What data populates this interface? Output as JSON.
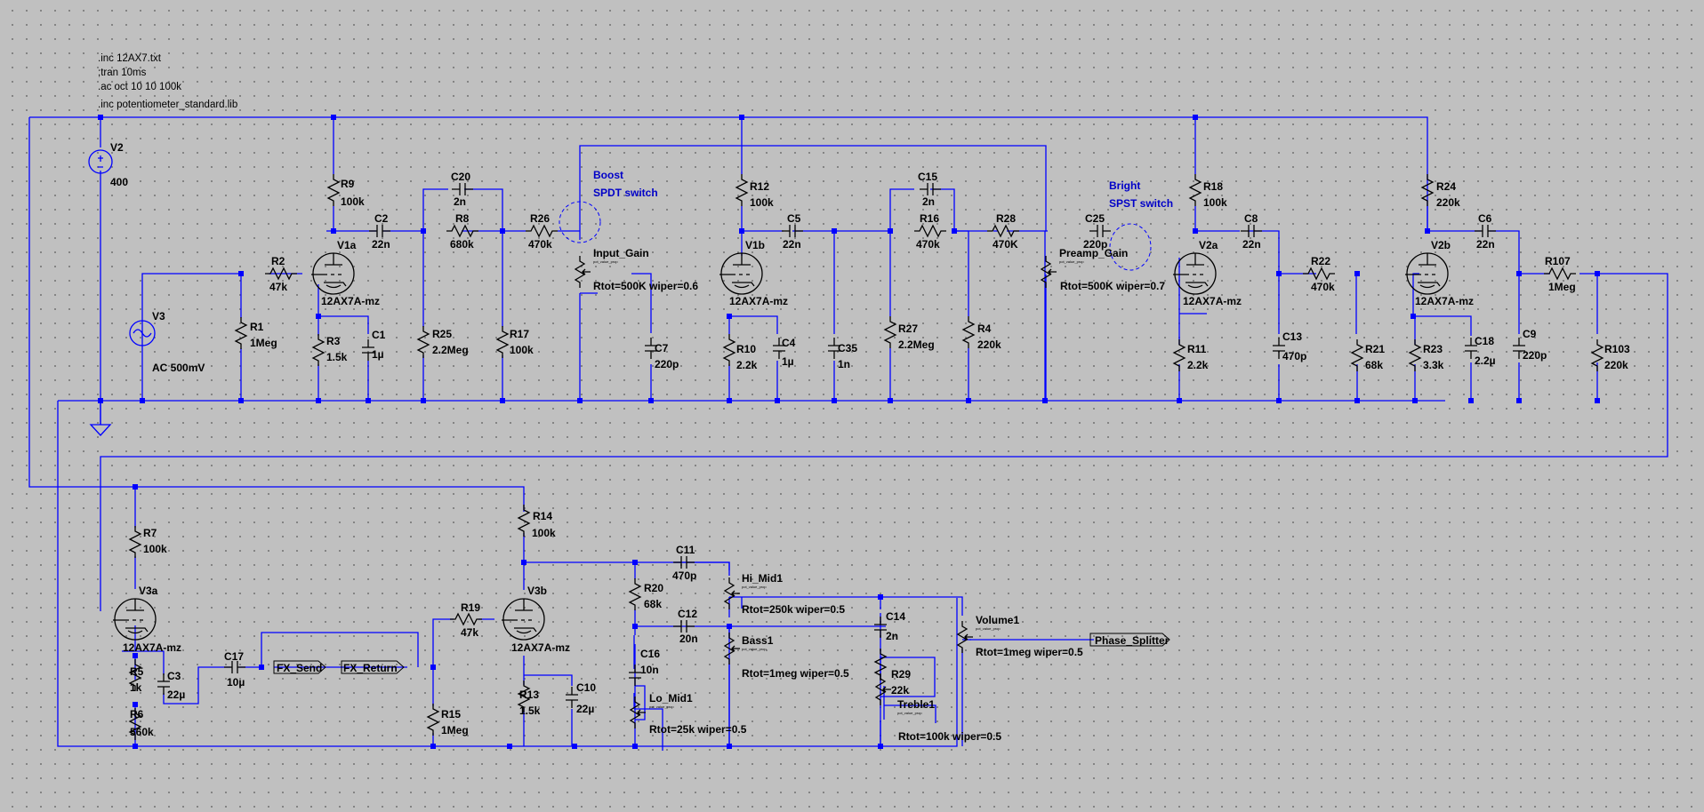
{
  "directives": [
    ".inc 12AX7.txt",
    ";tran 10ms",
    ".ac oct 10 10 100k",
    ".inc potentiometer_standard.lib"
  ],
  "notes": {
    "boost": "Boost",
    "spdt": "SPDT switch",
    "bright": "Bright",
    "spst": "SPST switch"
  },
  "colors": {
    "wire": "#0000ff",
    "background": "#c0c0c0",
    "component": "#000000",
    "note": "#0000c8"
  },
  "components": {
    "V2": {
      "name": "V2",
      "value": "400"
    },
    "V3": {
      "name": "V3",
      "value": "AC 500mV"
    },
    "R1": {
      "name": "R1",
      "value": "1Meg"
    },
    "R2": {
      "name": "R2",
      "value": "47k"
    },
    "R3": {
      "name": "R3",
      "value": "1.5k"
    },
    "R9": {
      "name": "R9",
      "value": "100k"
    },
    "C1": {
      "name": "C1",
      "value": "1µ"
    },
    "V1a": {
      "name": "V1a",
      "value": "12AX7A-mz"
    },
    "C2": {
      "name": "C2",
      "value": "22n"
    },
    "C20": {
      "name": "C20",
      "value": "2n"
    },
    "R8": {
      "name": "R8",
      "value": "680k"
    },
    "R25": {
      "name": "R25",
      "value": "2.2Meg"
    },
    "R17": {
      "name": "R17",
      "value": "100k"
    },
    "R26": {
      "name": "R26",
      "value": "470k"
    },
    "Input_Gain": {
      "name": "Input_Gain",
      "value": "Rtot=500K wiper=0.6"
    },
    "C7": {
      "name": "C7",
      "value": "220p"
    },
    "R12": {
      "name": "R12",
      "value": "100k"
    },
    "V1b": {
      "name": "V1b",
      "value": "12AX7A-mz"
    },
    "R10": {
      "name": "R10",
      "value": "2.2k"
    },
    "C4": {
      "name": "C4",
      "value": "1µ"
    },
    "C5": {
      "name": "C5",
      "value": "22n"
    },
    "C35": {
      "name": "C35",
      "value": "1n"
    },
    "C15": {
      "name": "C15",
      "value": "2n"
    },
    "R16": {
      "name": "R16",
      "value": "470k"
    },
    "R27": {
      "name": "R27",
      "value": "2.2Meg"
    },
    "R28": {
      "name": "R28",
      "value": "470K"
    },
    "R4": {
      "name": "R4",
      "value": "220k"
    },
    "C25": {
      "name": "C25",
      "value": "220p"
    },
    "Preamp_Gain": {
      "name": "Preamp_Gain",
      "value": "Rtot=500K wiper=0.7"
    },
    "R18": {
      "name": "R18",
      "value": "100k"
    },
    "V2a": {
      "name": "V2a",
      "value": "12AX7A-mz"
    },
    "R11": {
      "name": "R11",
      "value": "2.2k"
    },
    "C8": {
      "name": "C8",
      "value": "22n"
    },
    "C13": {
      "name": "C13",
      "value": "470p"
    },
    "R22": {
      "name": "R22",
      "value": "470k"
    },
    "R21": {
      "name": "R21",
      "value": "68k"
    },
    "R24": {
      "name": "R24",
      "value": "220k"
    },
    "V2b": {
      "name": "V2b",
      "value": "12AX7A-mz"
    },
    "R23": {
      "name": "R23",
      "value": "3.3k"
    },
    "C18": {
      "name": "C18",
      "value": "2.2µ"
    },
    "C6": {
      "name": "C6",
      "value": "22n"
    },
    "C9": {
      "name": "C9",
      "value": "220p"
    },
    "R107": {
      "name": "R107",
      "value": "1Meg"
    },
    "R103": {
      "name": "R103",
      "value": "220k"
    },
    "R7": {
      "name": "R7",
      "value": "100k"
    },
    "V3a": {
      "name": "V3a",
      "value": "12AX7A-mz"
    },
    "R5": {
      "name": "R5",
      "value": "1k"
    },
    "C3": {
      "name": "C3",
      "value": "22µ"
    },
    "R6": {
      "name": "R6",
      "value": "560k"
    },
    "C17": {
      "name": "C17",
      "value": "10µ"
    },
    "R19": {
      "name": "R19",
      "value": "47k"
    },
    "R15": {
      "name": "R15",
      "value": "1Meg"
    },
    "R14": {
      "name": "R14",
      "value": "100k"
    },
    "V3b": {
      "name": "V3b",
      "value": "12AX7A-mz"
    },
    "R13": {
      "name": "R13",
      "value": "1.5k"
    },
    "C10": {
      "name": "C10",
      "value": "22µ"
    },
    "C11": {
      "name": "C11",
      "value": "470p"
    },
    "R20": {
      "name": "R20",
      "value": "68k"
    },
    "C12": {
      "name": "C12",
      "value": "20n"
    },
    "C16": {
      "name": "C16",
      "value": "10n"
    },
    "Hi_Mid1": {
      "name": "Hi_Mid1",
      "value": "Rtot=250k wiper=0.5"
    },
    "Bass1": {
      "name": "Bass1",
      "value": "Rtot=1meg wiper=0.5"
    },
    "Lo_Mid1": {
      "name": "Lo_Mid1",
      "value": "Rtot=25k wiper=0.5"
    },
    "C14": {
      "name": "C14",
      "value": "2n"
    },
    "R29": {
      "name": "R29",
      "value": "22k"
    },
    "Treble1": {
      "name": "Treble1",
      "value": "Rtot=100k wiper=0.5"
    },
    "Volume1": {
      "name": "Volume1",
      "value": "Rtot=1meg wiper=0.5"
    }
  },
  "ports": {
    "fx_send": "FX_Send",
    "fx_return": "FX_Return",
    "phase_splitter": "Phase_Splitter"
  },
  "pot_subtext": "pot_value_prop"
}
